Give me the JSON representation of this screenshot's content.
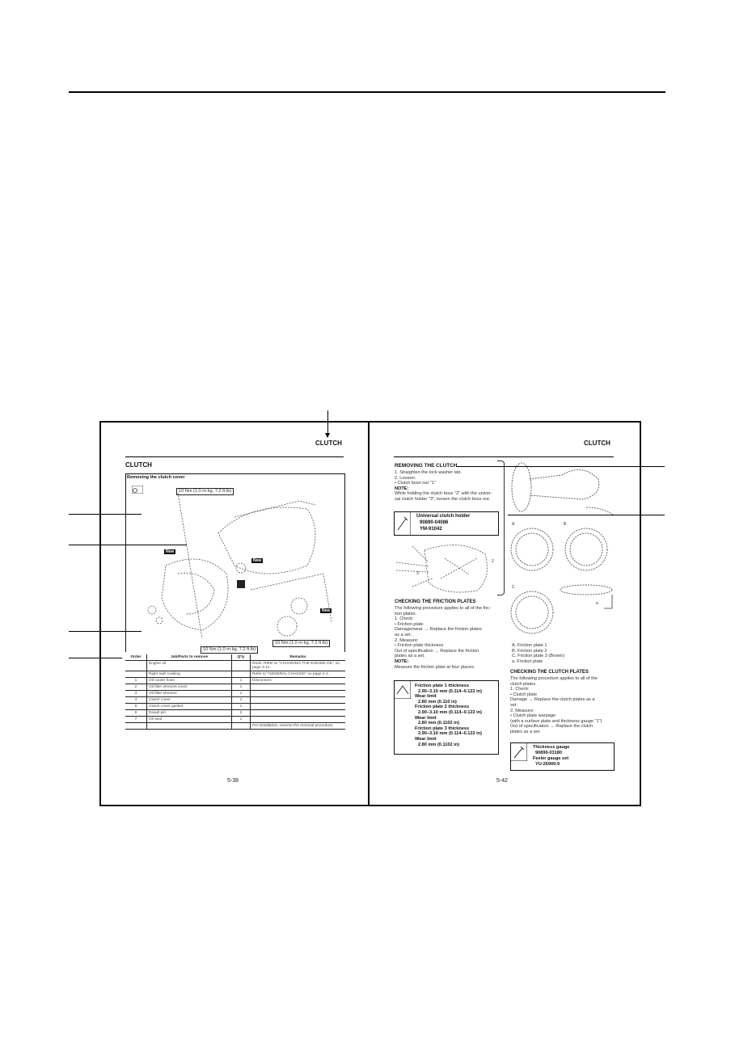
{
  "left_page": {
    "header": "CLUTCH",
    "section_title": "CLUTCH",
    "subsection": "Removing the clutch cover",
    "torque_1": "10 Nm (1.0 m·kg, 7.2 ft·lb)",
    "torque_2": "10 Nm (1.0 m·kg, 7.2 ft·lb)",
    "torque_3": "10 Nm (1.0 m·kg, 7.2 ft·lb)",
    "new_label": "New",
    "table": {
      "headers": [
        "Order",
        "Job/Parts to remove",
        "Q'ty",
        "Remarks"
      ],
      "rows": [
        [
          "",
          "Engine oil",
          "",
          "Drain. Refer to \"CHANGING THE ENGINE OIL\" on page 3-11."
        ],
        [
          "",
          "Right side cowling",
          "",
          "Refer to \"GENERAL CHASSIS\" on page 4-1."
        ],
        [
          "1",
          "Oil cooler hose",
          "1",
          "Disconnect."
        ],
        [
          "2",
          "Oil filter element cover",
          "1",
          ""
        ],
        [
          "3",
          "Oil filter element",
          "1",
          ""
        ],
        [
          "4",
          "Clutch cover",
          "1",
          ""
        ],
        [
          "5",
          "Clutch cover gasket",
          "1",
          ""
        ],
        [
          "6",
          "Dowel pin",
          "2",
          ""
        ],
        [
          "7",
          "Oil seal",
          "1",
          ""
        ],
        [
          "",
          "",
          "",
          "For installation, reverse the removal procedure."
        ]
      ]
    },
    "page_number": "5-38"
  },
  "right_page": {
    "header": "CLUTCH",
    "removing_title": "REMOVING THE CLUTCH",
    "removing_steps": [
      "1. Straighten the lock washer tab.",
      "2. Loosen:",
      "• Clutch boss nut \"1\""
    ],
    "note_label": "NOTE:",
    "removing_note": [
      "While holding the clutch boss \"2\" with the univer-",
      "sal clutch holder \"3\", loosen the clutch boss nut."
    ],
    "tool_1": [
      "Universal clutch holder",
      "90890-04086",
      "YM-91042"
    ],
    "friction_title": "CHECKING THE FRICTION PLATES",
    "friction_text": [
      "The following procedure applies to all of the fric-",
      "tion plates.",
      "1. Check:",
      "• Friction plate",
      "  Damage/wear → Replace the friction plates",
      "  as a set.",
      "2. Measure:",
      "• Friction plate thickness",
      "  Out of specification → Replace the friction",
      "  plates as a set."
    ],
    "friction_note": "Measure the friction plate at four places.",
    "spec": [
      [
        "Friction plate 1 thickness",
        "2.90–3.10 mm (0.114–0.122 in)"
      ],
      [
        "Wear limit",
        "2.80 mm (0.110 in)"
      ],
      [
        "Friction plate 2 thickness",
        "2.90–3.10 mm (0.114–0.122 in)"
      ],
      [
        "Wear limit",
        "2.80 mm (0.1102 in)"
      ],
      [
        "Friction plate 3 thickness",
        "2.90–3.10 mm (0.114–0.122 in)"
      ],
      [
        "Wear limit",
        "2.80 mm (0.1102 in)"
      ]
    ],
    "figure_labels": [
      "A. Friction plate 1",
      "B. Friction plate 2",
      "C. Friction plate 3 (Brown)",
      "a. Friction plate"
    ],
    "plates_title": "CHECKING THE CLUTCH PLATES",
    "plates_text": [
      "The following procedure applies to all of the",
      "clutch plates.",
      "1. Check:",
      "• Clutch plate",
      "  Damage → Replace the clutch plates as a",
      "  set.",
      "2. Measure:",
      "• Clutch plate warpage",
      "  (with a surface plate and thickness gauge \"1\")",
      "  Out of specification → Replace the clutch",
      "  plates as a set."
    ],
    "tool_2": [
      "Thickness gauge",
      "90890-03180",
      "Feeler gauge set",
      "YU-26900-9"
    ],
    "page_number": "5-42"
  }
}
